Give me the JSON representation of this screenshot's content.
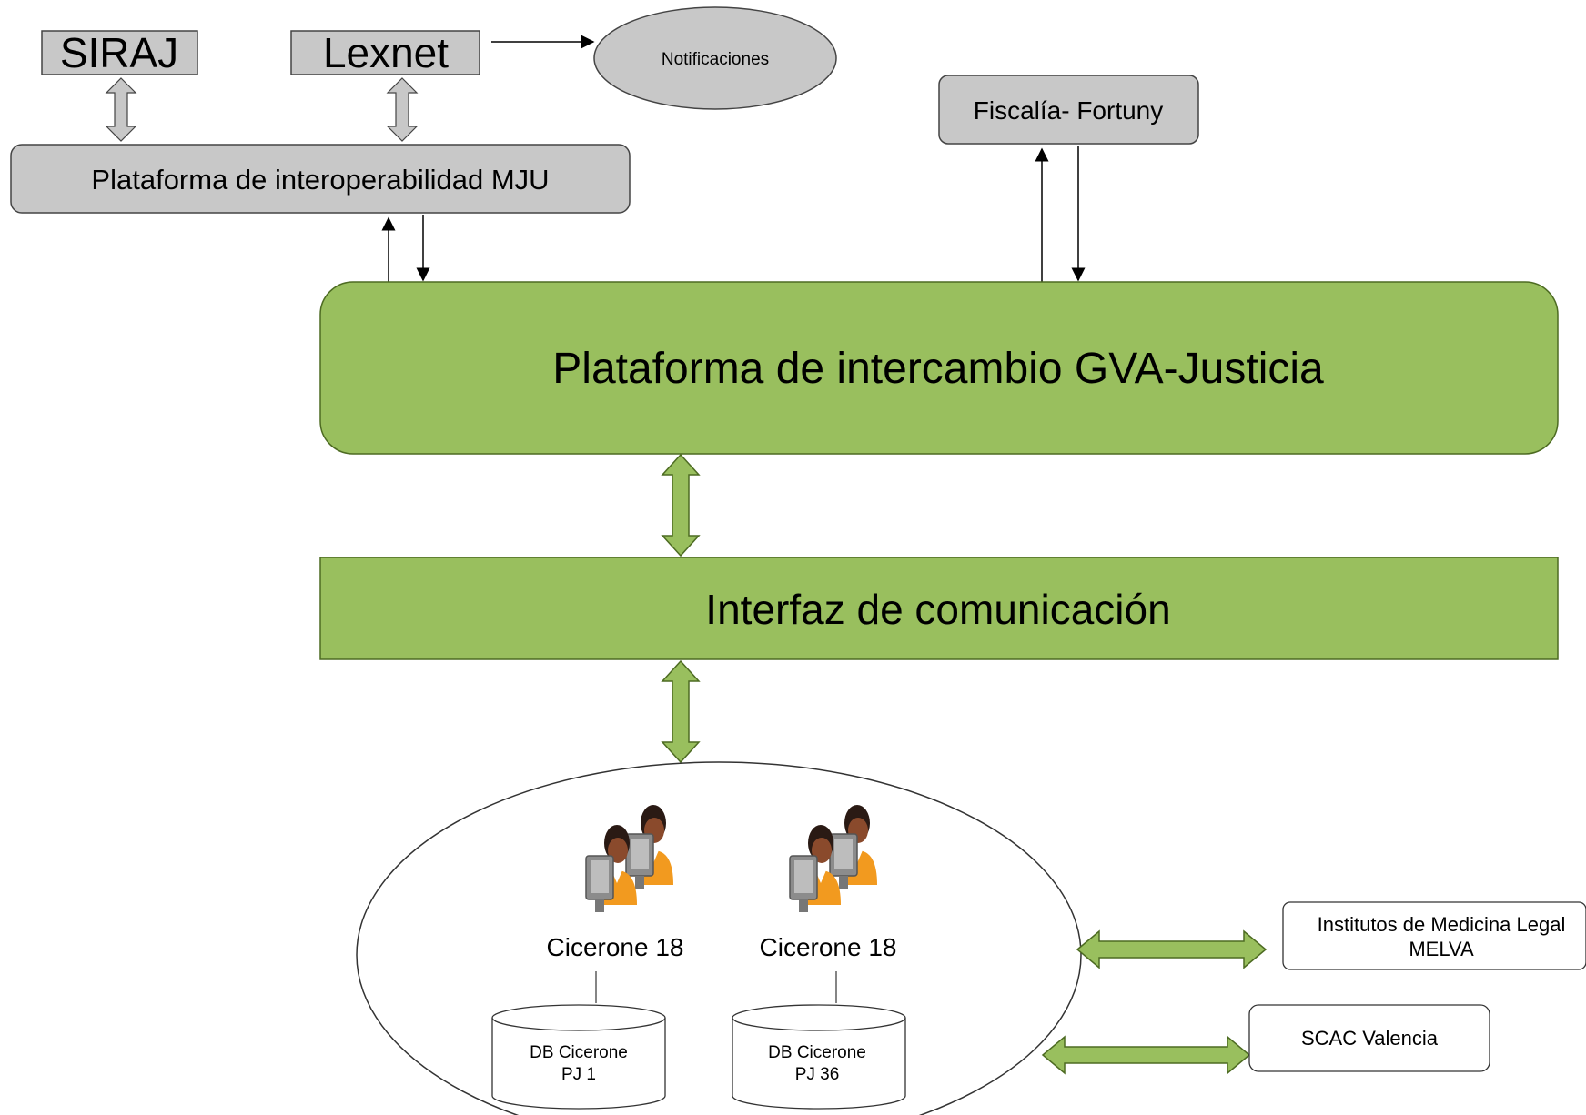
{
  "nodes": {
    "siraj": "SIRAJ",
    "lexnet": "Lexnet",
    "notificaciones": "Notificaciones",
    "plataforma_mju": "Plataforma de interoperabilidad MJU",
    "fiscalia": "Fiscalía- Fortuny",
    "plataforma_gva": "Plataforma de intercambio GVA-Justicia",
    "interfaz": "Interfaz de comunicación",
    "cicerone_a": "Cicerone 18",
    "cicerone_b": "Cicerone 18",
    "db_a_line1": "DB Cicerone",
    "db_a_line2": "PJ 1",
    "db_b_line1": "DB Cicerone",
    "db_b_line2": "PJ 36",
    "institutos_line1": "Institutos de Medicina Legal",
    "institutos_line2": "MELVA",
    "scac": "SCAC Valencia"
  },
  "colors": {
    "gray_box": "#c8c8c8",
    "green_box": "#99bf5e",
    "green_arrow": "#99bf5e",
    "gray_arrow": "#c8c8c8",
    "orange": "#f29a1f",
    "skin": "#8a4a2c"
  }
}
